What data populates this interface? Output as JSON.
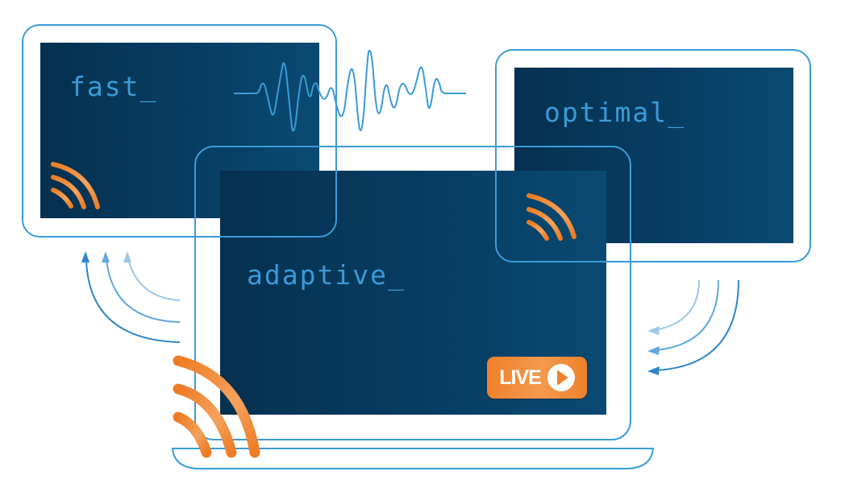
{
  "devices": {
    "tablet_left": {
      "label": "fast_"
    },
    "tablet_right": {
      "label": "optimal_"
    },
    "laptop": {
      "label": "adaptive_"
    }
  },
  "badge": {
    "text": "LIVE",
    "icon": "play-icon"
  },
  "decorations": {
    "waveform": "signal-waveform",
    "arrows_left": "curved-arrows-up",
    "arrows_right": "curved-arrows-left",
    "signal_icons": "broadcast-signal-icon"
  },
  "colors": {
    "screen_dark": "#06304f",
    "screen_light": "#0a4a72",
    "line_blue": "#3a9bd8",
    "accent_orange": "#f0802a",
    "background": "#ffffff"
  }
}
